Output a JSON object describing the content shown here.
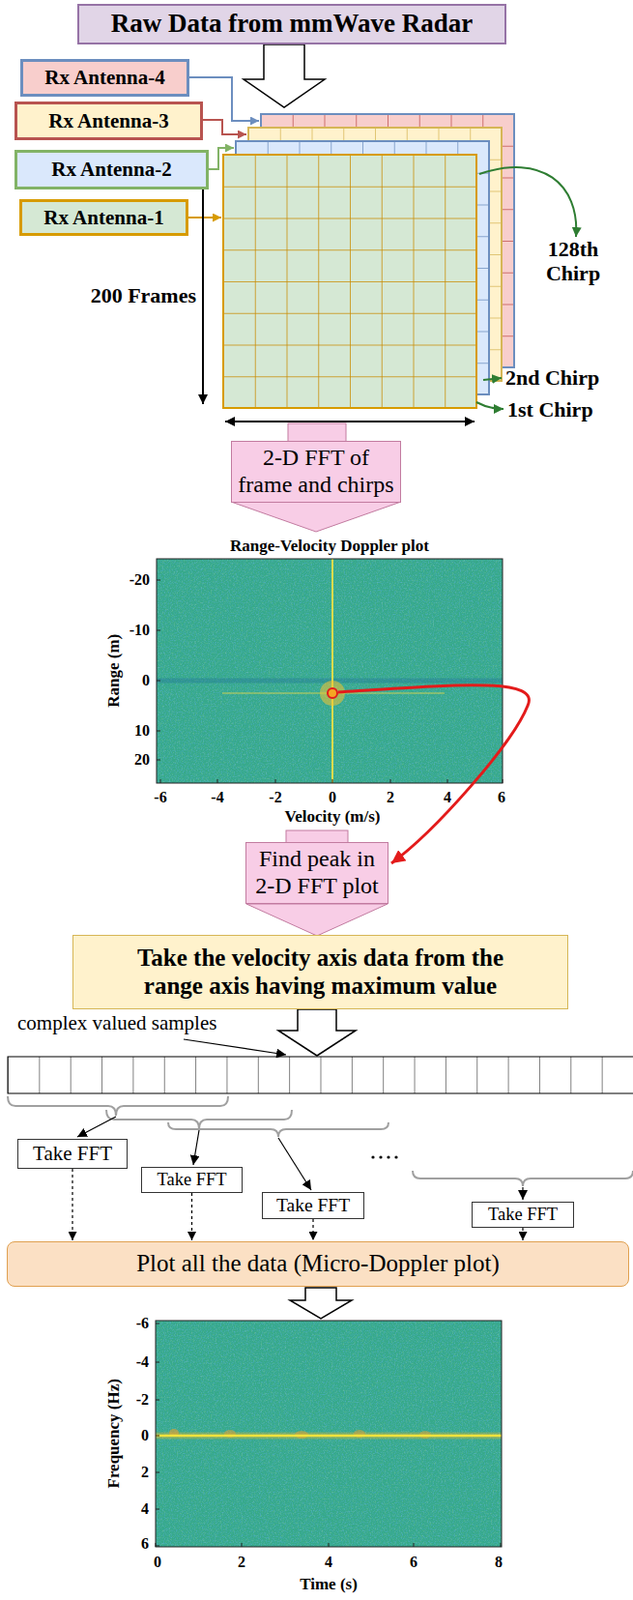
{
  "diagram": {
    "nodes": [
      {
        "text": [
          "Raw Data from mmWave Radar"
        ]
      },
      {
        "text": [
          "Rx Antenna-4"
        ]
      },
      {
        "text": [
          "Rx Antenna-3"
        ]
      },
      {
        "text": [
          "Rx Antenna-2"
        ]
      },
      {
        "text": [
          "Rx Antenna-1"
        ]
      },
      {
        "text": [
          "2-D FFT of frame and chirps"
        ]
      },
      {
        "text": [
          "Find peak in 2-D FFT plot"
        ]
      },
      {
        "text": [
          "Take the velocity axis data from the range axis having maximum value"
        ]
      },
      {
        "text": [
          "Take FFT"
        ]
      },
      {
        "text": [
          "Take FFT"
        ]
      },
      {
        "text": [
          "Take FFT"
        ]
      },
      {
        "text": [
          "Take FFT"
        ]
      },
      {
        "text": [
          "Plot all the data (Micro-Doppler plot)"
        ]
      }
    ],
    "edges": [
      {
        "from": 6,
        "to": 7,
        "arrow": "to"
      },
      {
        "from": 8,
        "to": 12,
        "arrow": "to"
      },
      {
        "from": 9,
        "to": 12,
        "arrow": "to"
      },
      {
        "from": 10,
        "to": 12,
        "arrow": "to"
      },
      {
        "from": 11,
        "to": 12,
        "arrow": "to"
      }
    ],
    "labels": [
      "200 Frames",
      "128th Chirp",
      "2nd Chirp",
      "1st Chirp",
      "Range-Velocity Doppler plot",
      "-20",
      "-10",
      "0",
      "10",
      "20",
      "Range (m)",
      "-6",
      "-4",
      "-2",
      "0",
      "2",
      "4",
      "6",
      "Velocity (m/s)",
      "complex valued samples",
      "-6",
      "-4",
      "-2",
      "0",
      "2",
      "4",
      "6",
      "Frequency (Hz)",
      "0",
      "2",
      "4",
      "6",
      "8",
      "Time (s)"
    ]
  }
}
